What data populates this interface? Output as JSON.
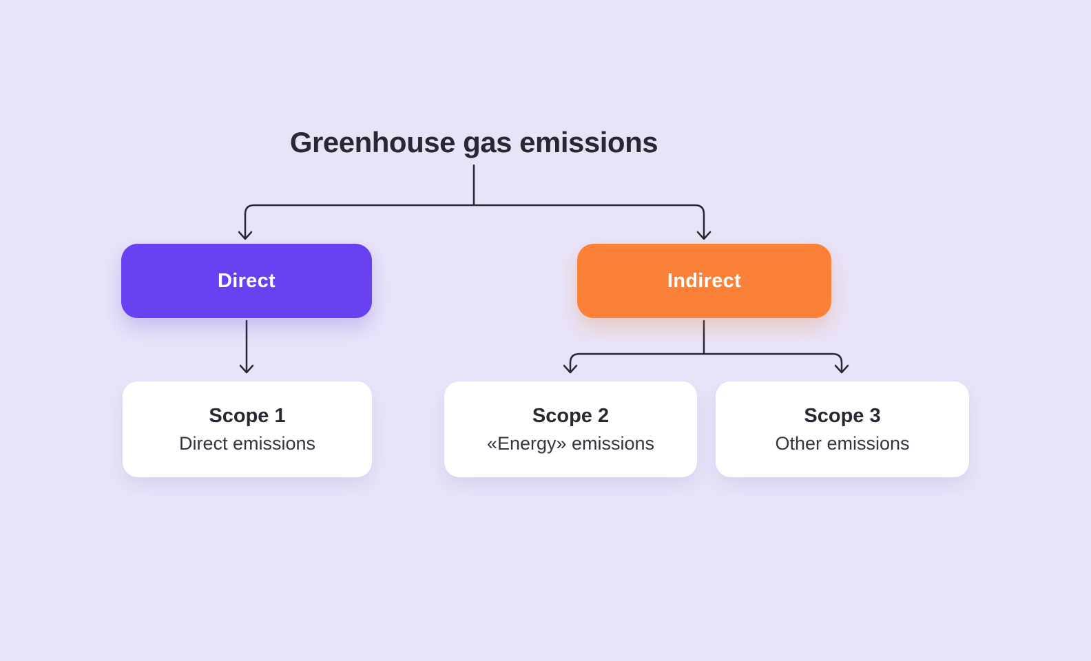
{
  "diagram": {
    "title": "Greenhouse gas emissions",
    "level1": [
      {
        "id": "direct",
        "label": "Direct"
      },
      {
        "id": "indirect",
        "label": "Indirect"
      }
    ],
    "level2": [
      {
        "id": "scope1",
        "parent": "Direct",
        "title": "Scope 1",
        "subtitle": "Direct emissions"
      },
      {
        "id": "scope2",
        "parent": "Indirect",
        "title": "Scope 2",
        "subtitle": "«Energy» emissions"
      },
      {
        "id": "scope3",
        "parent": "Indirect",
        "title": "Scope 3",
        "subtitle": "Other emissions"
      }
    ]
  },
  "icons": {
    "arrowheads": "down-arrow-chevron"
  },
  "colors": {
    "background": "#E8E4F8",
    "accent_purple": "#6841F0",
    "accent_orange": "#FA8137",
    "card_white": "#FFFFFF",
    "ink": "#2A2732",
    "subtitle_ink": "#353241",
    "connector": "#282632"
  }
}
